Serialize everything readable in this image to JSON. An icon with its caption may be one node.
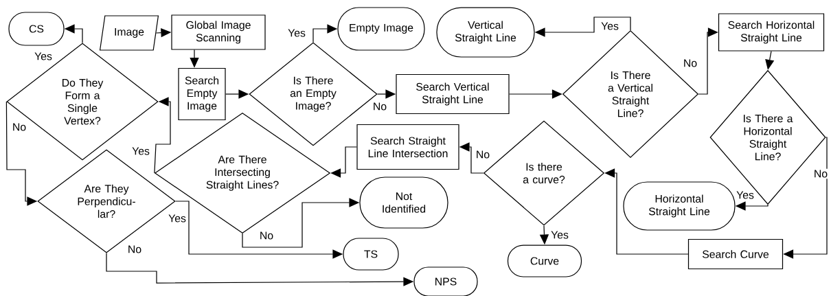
{
  "diagram": {
    "nodes": [
      {
        "text": [
          "CS"
        ]
      },
      {
        "text": [
          "Image"
        ]
      },
      {
        "text": [
          "Global Image Scanning"
        ]
      },
      {
        "text": [
          "Empty Image"
        ]
      },
      {
        "text": [
          "Vertical Straight Line"
        ]
      },
      {
        "text": [
          "Search Horizontal Straight Line"
        ]
      },
      {
        "text": [
          "Do They Form a Single Vertex?"
        ]
      },
      {
        "text": [
          "Search Empty Image"
        ]
      },
      {
        "text": [
          "Is There an Empty Image?"
        ]
      },
      {
        "text": [
          "Search Vertical Straight Line"
        ]
      },
      {
        "text": [
          "Is There a Vertical Straight Line?"
        ]
      },
      {
        "text": [
          "Are There Intersecting Straight Lines?"
        ]
      },
      {
        "text": [
          "Search Straight Line Intersection"
        ]
      },
      {
        "text": [
          "Is there a curve?"
        ]
      },
      {
        "text": [
          "Is There a Horizontal Straight Line?"
        ]
      },
      {
        "text": [
          "Are They Perpendicu- lar?"
        ]
      },
      {
        "text": [
          "Not Identified"
        ]
      },
      {
        "text": [
          "Horizontal Straight Line"
        ]
      },
      {
        "text": [
          "TS"
        ]
      },
      {
        "text": [
          "Curve"
        ]
      },
      {
        "text": [
          "Search Curve"
        ]
      },
      {
        "text": [
          "NPS"
        ]
      }
    ],
    "edges": [
      {
        "from": 1,
        "to": 2,
        "arrow": "to"
      },
      {
        "from": 2,
        "to": 7,
        "arrow": "to"
      },
      {
        "from": 7,
        "to": 8,
        "arrow": "to"
      },
      {
        "from": 8,
        "to": 3,
        "arrow": "to",
        "label": "Yes"
      },
      {
        "from": 8,
        "to": 9,
        "arrow": "to",
        "label": "No"
      },
      {
        "from": 9,
        "to": 10,
        "arrow": "to"
      },
      {
        "from": 10,
        "to": 4,
        "arrow": "to",
        "label": "Yes"
      },
      {
        "from": 10,
        "to": 5,
        "arrow": "to",
        "label": "No"
      },
      {
        "from": 5,
        "to": 14,
        "arrow": "to"
      },
      {
        "from": 14,
        "to": 17,
        "arrow": "to",
        "label": "Yes"
      },
      {
        "from": 14,
        "to": 20,
        "arrow": "to",
        "label": "No"
      },
      {
        "from": 20,
        "to": 13,
        "arrow": "to"
      },
      {
        "from": 13,
        "to": 19,
        "arrow": "to",
        "label": "Yes"
      },
      {
        "from": 13,
        "to": 12,
        "arrow": "to",
        "label": "No"
      },
      {
        "from": 12,
        "to": 11,
        "arrow": "to"
      },
      {
        "from": 11,
        "to": 6,
        "arrow": "to",
        "label": "Yes"
      },
      {
        "from": 11,
        "to": 16,
        "arrow": "to",
        "label": "No"
      },
      {
        "from": 6,
        "to": 0,
        "arrow": "to",
        "label": "Yes"
      },
      {
        "from": 6,
        "to": 15,
        "arrow": "to",
        "label": "No"
      },
      {
        "from": 15,
        "to": 18,
        "arrow": "to",
        "label": "Yes"
      },
      {
        "from": 15,
        "to": 21,
        "arrow": "to",
        "label": "No"
      }
    ]
  }
}
